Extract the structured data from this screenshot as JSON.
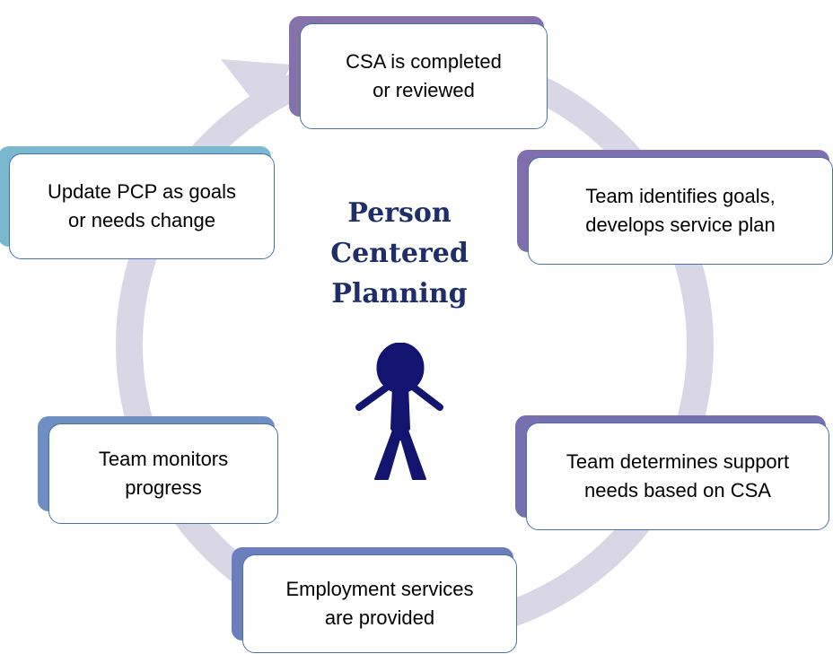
{
  "title": "Person\nCentered\nPlanning",
  "colors": {
    "cycle_arrow": "#d9d7e6",
    "box_border": "#4a72a8",
    "title": "#1f2d6b",
    "person": "#121470"
  },
  "steps": [
    {
      "id": "csa",
      "label": "CSA is completed\nor reviewed",
      "tab_color": "#8672ab"
    },
    {
      "id": "goals",
      "label": "Team identifies goals,\ndevelops service plan",
      "tab_color": "#7f6fae"
    },
    {
      "id": "support",
      "label": "Team determines support\nneeds based on CSA",
      "tab_color": "#7670b1"
    },
    {
      "id": "employment",
      "label": "Employment services\nare provided",
      "tab_color": "#6c7fbd"
    },
    {
      "id": "monitor",
      "label": "Team monitors\nprogress",
      "tab_color": "#6f8fc2"
    },
    {
      "id": "update",
      "label": "Update PCP as goals\nor needs change",
      "tab_color": "#7ab8d0"
    }
  ]
}
